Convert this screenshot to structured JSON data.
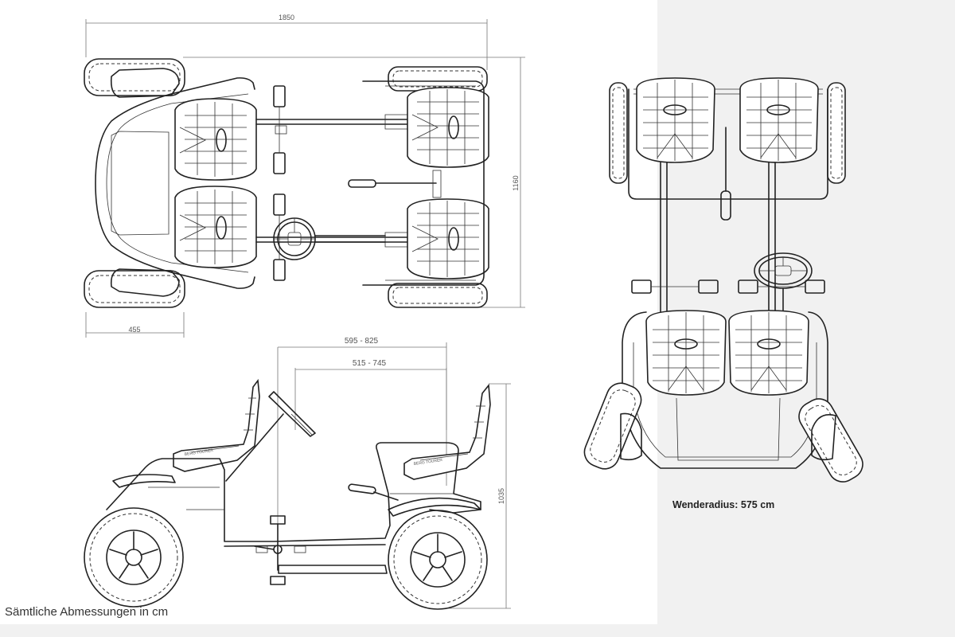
{
  "dimensions": {
    "length": "1850",
    "width": "1160",
    "wheel_offset": "455",
    "seat_range_outer": "595 - 825",
    "seat_range_inner": "515 - 745",
    "height": "1035"
  },
  "turning_radius_label": "Wenderadius: 575 cm",
  "footer_note": "Sämtliche Abmessungen in cm",
  "seat_brand_text": "BERG TOURER",
  "colors": {
    "line": "#222222",
    "dimension": "#777777",
    "background": "#ffffff",
    "panel": "#f1f1f1"
  }
}
